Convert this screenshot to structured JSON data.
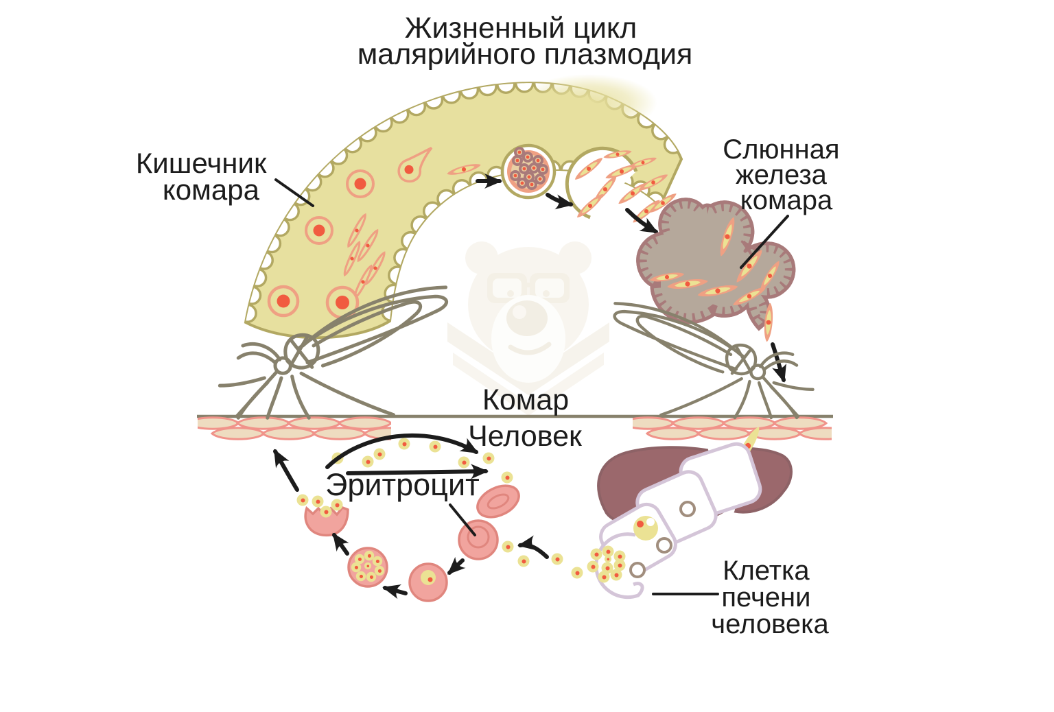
{
  "title": {
    "line1": "Жизненный цикл",
    "line2": "малярийного плазмодия"
  },
  "labels": {
    "mosquito_gut": {
      "line1": "Кишечник",
      "line2": "комара"
    },
    "salivary_gland": {
      "line1": "Слюнная",
      "line2": "железа",
      "line3": "комара"
    },
    "mosquito": "Комар",
    "human": "Человек",
    "erythrocyte": "Эритроцит",
    "liver_cell": {
      "line1": "Клетка",
      "line2": "печени",
      "line3": "человека"
    }
  },
  "colors": {
    "background": "#ffffff",
    "ink": "#1c1c1c",
    "gut_fill": "#e7e09f",
    "gut_outline": "#b2a862",
    "salmon": "#efa083",
    "red_dot": "#f15b40",
    "parasite_yellow": "#ebe294",
    "mauve": "#a87a7a",
    "gland_fill": "#b5a89b",
    "erythrocyte_fill": "#f1a49e",
    "erythrocyte_outline": "#e0867e",
    "lavender": "#d4c5d8",
    "liver": "#9b686c",
    "liver_ring": "#a18e7e",
    "skin_fill": "#eedcc0",
    "skin_outline": "#f0938a",
    "sketch_gray": "#87816c",
    "watermark": "#f3eee3"
  }
}
